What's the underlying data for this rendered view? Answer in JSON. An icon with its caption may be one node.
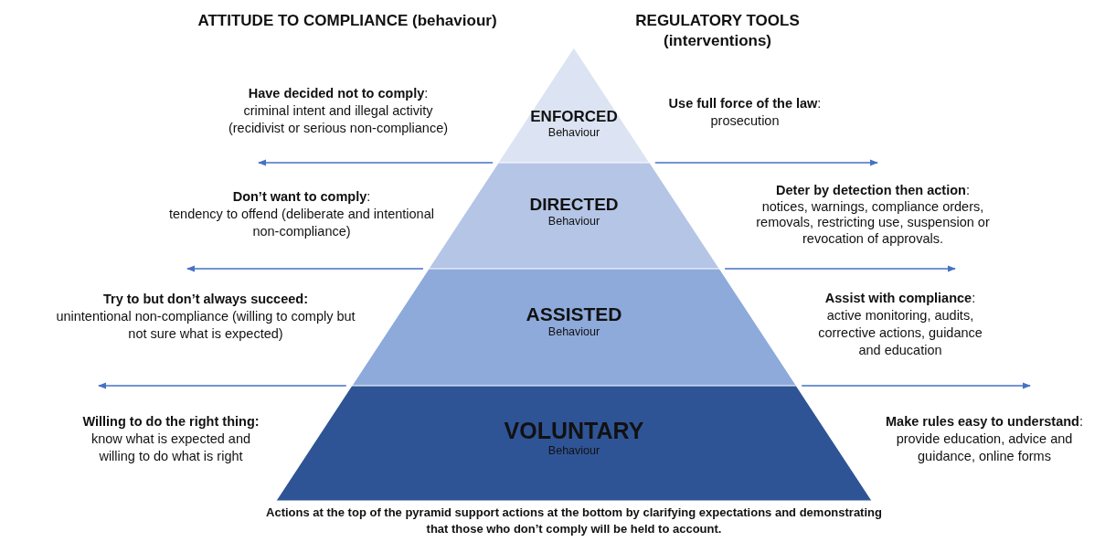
{
  "diagram": {
    "caption": "Actions at the top of the pyramid support actions at the bottom by clarifying expectations and demonstrating that those who don’t comply will be held to account.",
    "nodes": [
      {
        "text": [
          "ENFORCED",
          "Behaviour"
        ]
      },
      {
        "text": [
          "DIRECTED",
          "Behaviour"
        ]
      },
      {
        "text": [
          "ASSISTED",
          "Behaviour"
        ]
      },
      {
        "text": [
          "VOLUNTARY",
          "Behaviour"
        ]
      }
    ],
    "edges": [
      {
        "from": 0,
        "to": null,
        "arrow": "to"
      },
      {
        "from": 0,
        "to": null,
        "arrow": "to"
      },
      {
        "from": 1,
        "to": null,
        "arrow": "to"
      },
      {
        "from": 1,
        "to": null,
        "arrow": "to"
      },
      {
        "from": 2,
        "to": null,
        "arrow": "to"
      },
      {
        "from": 2,
        "to": null,
        "arrow": "to"
      }
    ],
    "labels": [
      "ATTITUDE TO COMPLIANCE (behaviour)",
      "REGULATORY TOOLS (interventions)",
      "**Have decided not to comply**: criminal intent and illegal activity (recidivist or serious non-compliance)",
      "**Use full force of the law**: prosecution",
      "**Don’t want to comply**: tendency to offend (deliberate and intentional non-compliance)",
      "**Deter by detection then action**: notices, warnings, compliance orders, removals, restricting use, suspension or revocation of approvals.",
      "**Try to but don’t always succeed:** unintentional non-compliance (willing to comply but not sure what is expected)",
      "**Assist with compliance**: active monitoring, audits, corrective actions, guidance and education",
      "**Willing to do the right thing:** know what is expected and willing to do what is right",
      "**Make rules easy to understand**: provide education, advice and guidance, online forms"
    ]
  }
}
